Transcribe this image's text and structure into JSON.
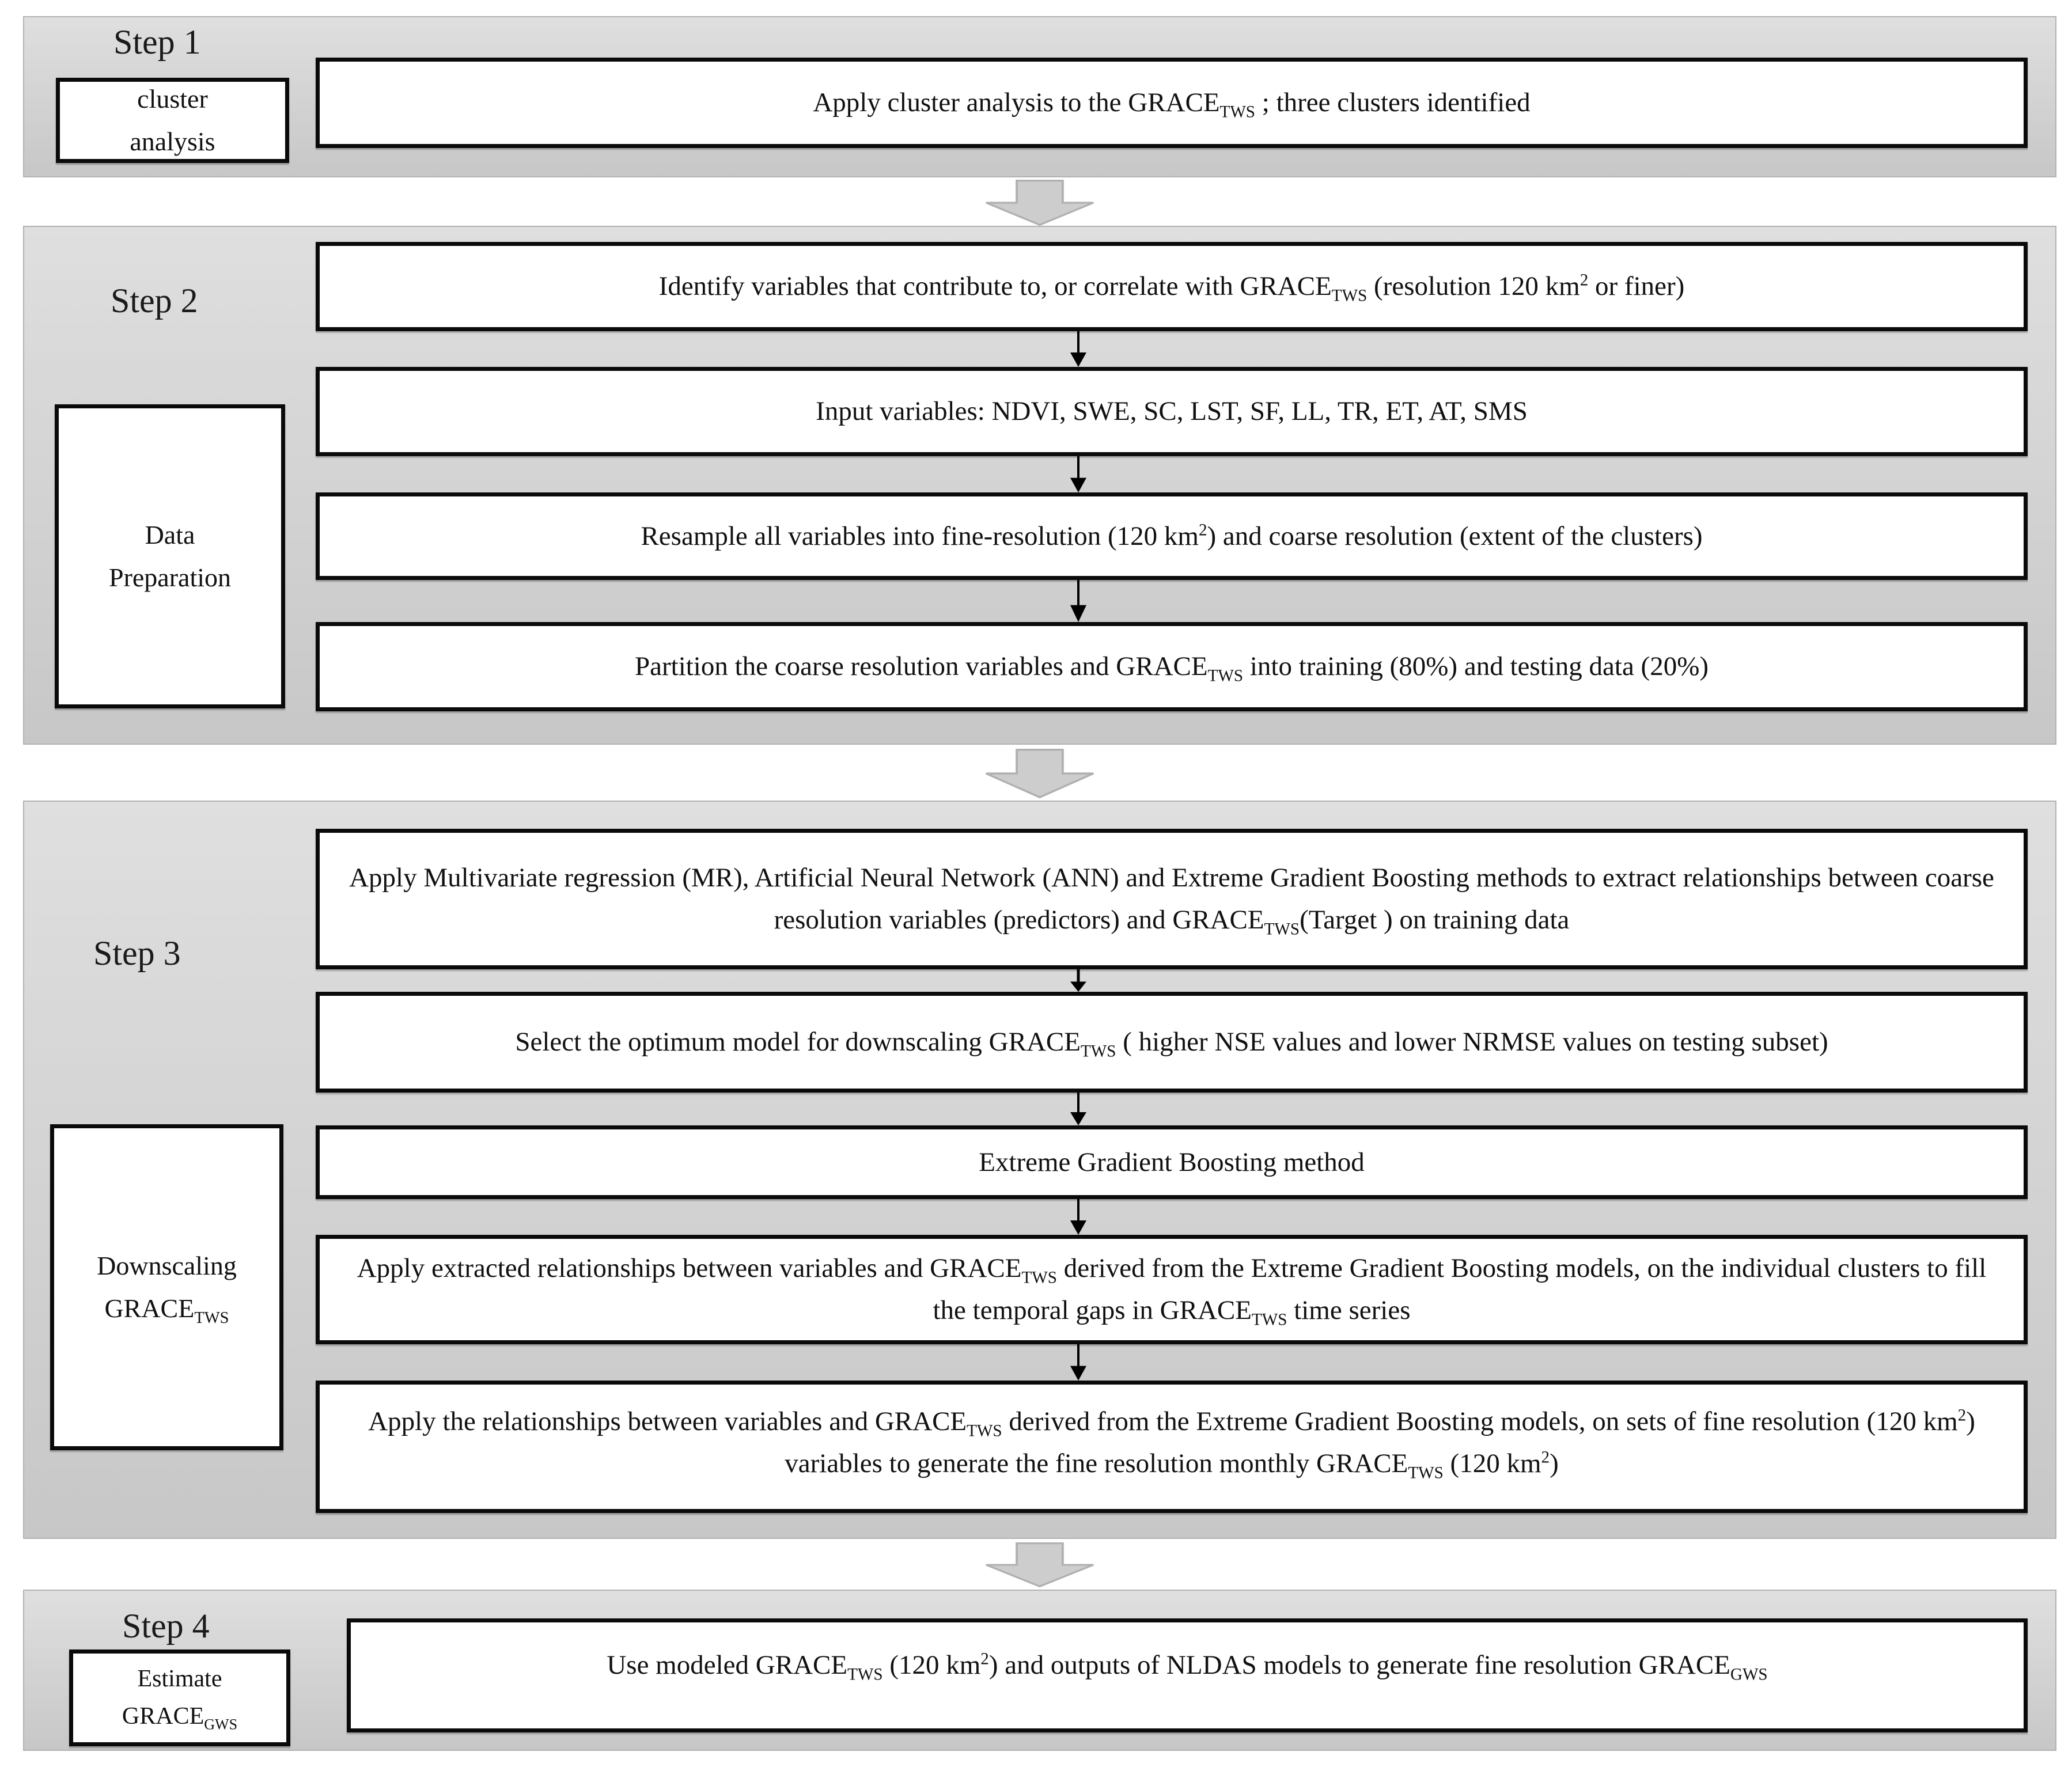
{
  "figure": {
    "steps": [
      {
        "title": "Step 1",
        "side_label": "cluster\nanalysis",
        "boxes": [
          "Apply cluster analysis to the GRACE~TWS~ ; three clusters identified"
        ]
      },
      {
        "title": "Step 2",
        "side_label": "Data\nPreparation",
        "boxes": [
          "Identify variables that contribute to, or correlate with GRACE~TWS~ (resolution 120 km^2^ or finer)",
          "Input variables:  NDVI, SWE, SC, LST, SF, LL, TR, ET, AT, SMS",
          "Resample all variables into fine-resolution (120 km^2^) and coarse resolution (extent of the clusters)",
          "Partition the coarse resolution variables and GRACE~TWS~ into training (80%) and testing data (20%)"
        ]
      },
      {
        "title": "Step 3",
        "side_label": "Downscaling\nGRACE~TWS~",
        "boxes": [
          "Apply Multivariate regression (MR), Artificial Neural Network (ANN) and Extreme Gradient Boosting methods to extract relationships between coarse resolution variables (predictors) and GRACE~TWS~(Target ) on training data",
          "Select the optimum model for downscaling GRACE~TWS~ ( higher NSE values and lower NRMSE values on testing subset)",
          "Extreme Gradient Boosting method",
          "Apply extracted relationships between variables and GRACE~TWS~ derived from the Extreme Gradient Boosting models, on the individual clusters to fill the temporal gaps in GRACE~TWS~ time series",
          "Apply the relationships between variables and GRACE~TWS~ derived from the Extreme Gradient Boosting models, on sets of fine resolution (120 km^2^) variables to generate the fine resolution monthly GRACE~TWS~ (120 km^2^)"
        ]
      },
      {
        "title": "Step 4",
        "side_label": "Estimate\nGRACE~GWS~",
        "boxes": [
          "Use modeled GRACE~TWS~ (120 km^2^) and outputs of NLDAS models to generate fine resolution GRACE~GWS~"
        ]
      }
    ],
    "colors": {
      "band_fill": "#d2d2d2",
      "band_border": "#b2b2b2",
      "box_fill": "#ffffff",
      "box_border": "#0a0a0a",
      "chevron_fill": "#cdcdcd",
      "chevron_border": "#b0b0b0",
      "text": "#111111"
    }
  }
}
